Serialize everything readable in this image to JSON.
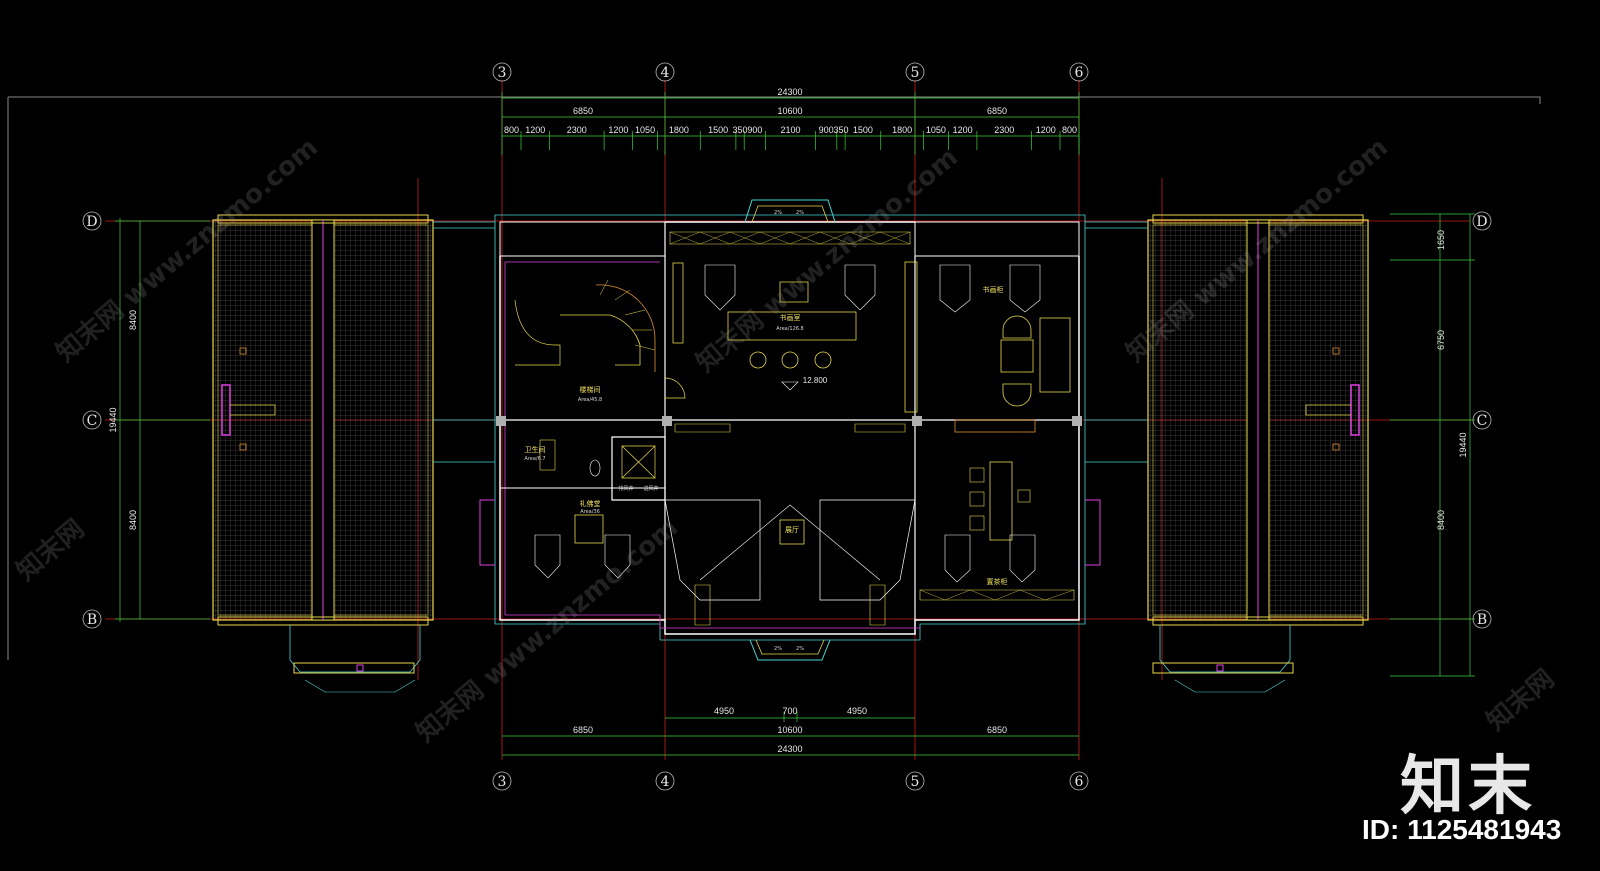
{
  "drawing": {
    "grid_top": [
      "3",
      "4",
      "5",
      "6"
    ],
    "grid_bottom": [
      "3",
      "4",
      "5",
      "6"
    ],
    "grid_rows_left": [
      "D",
      "C",
      "B"
    ],
    "grid_rows_right": [
      "D",
      "C",
      "B"
    ],
    "dims_top": {
      "overall": "24300",
      "bays": [
        "6850",
        "10600",
        "6850"
      ],
      "detail": [
        "800",
        "1200",
        "2300",
        "1200",
        "1050",
        "1800",
        "1500",
        "350",
        "900",
        "2100",
        "900",
        "350",
        "1500",
        "1800",
        "1050",
        "1200",
        "2300",
        "1200",
        "800"
      ]
    },
    "dims_bottom": {
      "center": [
        "4950",
        "700",
        "4950"
      ],
      "bays": [
        "6850",
        "10600",
        "6850"
      ],
      "overall": "24300"
    },
    "dims_left": {
      "upper": "8400",
      "lower": "8400",
      "total": "19440"
    },
    "dims_right": {
      "top": "1650",
      "middle": "6750",
      "lower": "8400",
      "total": "19440"
    },
    "slope_marks": [
      "2%",
      "2%"
    ],
    "level": "12.800",
    "rooms": {
      "study": "书画室",
      "study_area": "Area/126.8",
      "stair": "楼梯间",
      "stair_area": "Area/45.8",
      "bath": "卫生间",
      "bath_area": "Area/6.7",
      "worship": "礼佛堂",
      "worship_area": "Area/36",
      "exhibit_right": "书画柜",
      "tea": "置茶柜",
      "hall": "展厅",
      "ducts": [
        "排风井",
        "送风井"
      ]
    }
  },
  "watermarks": [
    "知末网 www.znzmo.com",
    "知末网 www.znzmo.com",
    "知末网 www.znzmo.com",
    "知末网 www.znzmo.com",
    "知末网",
    "知末网"
  ],
  "brand": "知末",
  "image_id": "ID: 1125481943",
  "colors": {
    "background": "#000000",
    "wall": "#ffffff",
    "yellow": "#e8d84a",
    "cyan": "#49d6d6",
    "magenta": "#e040e0",
    "green": "#3ad23a",
    "red": "#d02020"
  }
}
